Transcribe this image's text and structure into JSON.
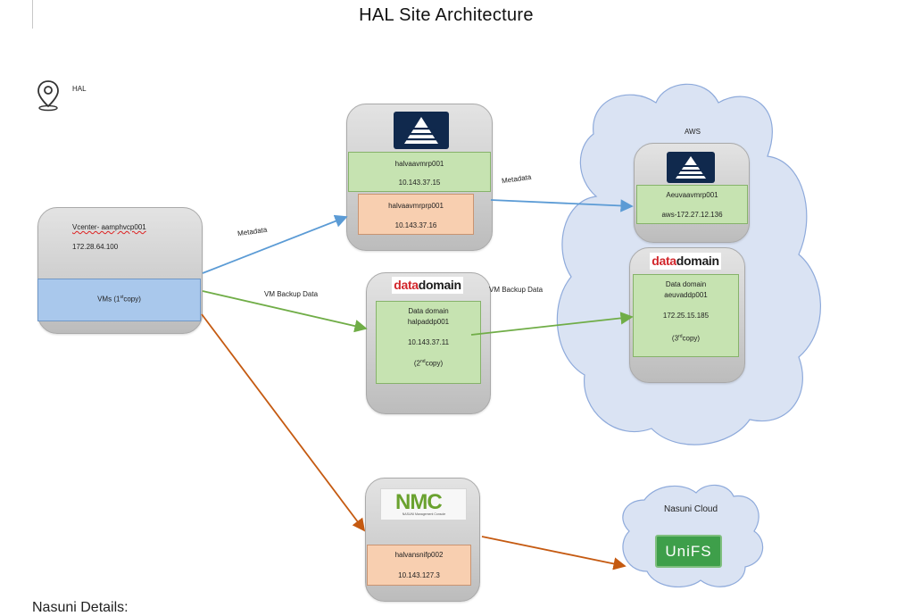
{
  "title": "HAL Site Architecture",
  "location": {
    "label": "HAL"
  },
  "vcenter": {
    "name": "Vcenter- aamphvcp001",
    "ip": "172.28.64.100",
    "vms_label": "VMs (1",
    "vms_sup": "st",
    "vms_suffix": "copy)"
  },
  "avamar_primary": {
    "name": "halvaavmrp001",
    "ip": "10.143.37.15"
  },
  "avamar_replica": {
    "name": "halvaavmrprp001",
    "ip": "10.143.37.16"
  },
  "dd_primary": {
    "logo_a": "data",
    "logo_b": "domain",
    "line1": "Data domain",
    "line2": "halpaddp001",
    "ip": "10.143.37.11",
    "copy_prefix": "(2",
    "copy_sup": "nd",
    "copy_suffix": "copy)"
  },
  "aws": {
    "label": "AWS",
    "avamar": {
      "name": "Aeuvaavmrp001",
      "ip": "aws-172.27.12.136"
    },
    "dd": {
      "logo_a": "data",
      "logo_b": "domain",
      "line1": "Data domain",
      "line2": "aeuvaddp001",
      "ip": "172.25.15.185",
      "copy_prefix": "(3",
      "copy_sup": "rd",
      "copy_suffix": "copy)"
    }
  },
  "nasuni": {
    "logo_text": "NMC",
    "logo_sub": "NASUNI Management Console",
    "name": "halvansnifp002",
    "ip": "10.143.127.3"
  },
  "nasuni_cloud": {
    "label": "Nasuni Cloud",
    "product": "UniFS"
  },
  "edges": {
    "metadata_1": "Metadata",
    "metadata_2": "Metadata",
    "vm_backup_1": "VM Backup Data",
    "vm_backup_2": "VM Backup Data"
  },
  "footer": {
    "text": "Nasuni Details:"
  },
  "colors": {
    "metadata": "#5b9bd5",
    "backup": "#70ad47",
    "nasuni": "#c55a11"
  },
  "icons": [
    "map-pin-icon",
    "avamar-logo-icon",
    "datadomain-logo-icon",
    "nmc-logo-icon",
    "unifs-logo-icon",
    "cloud-icon"
  ]
}
